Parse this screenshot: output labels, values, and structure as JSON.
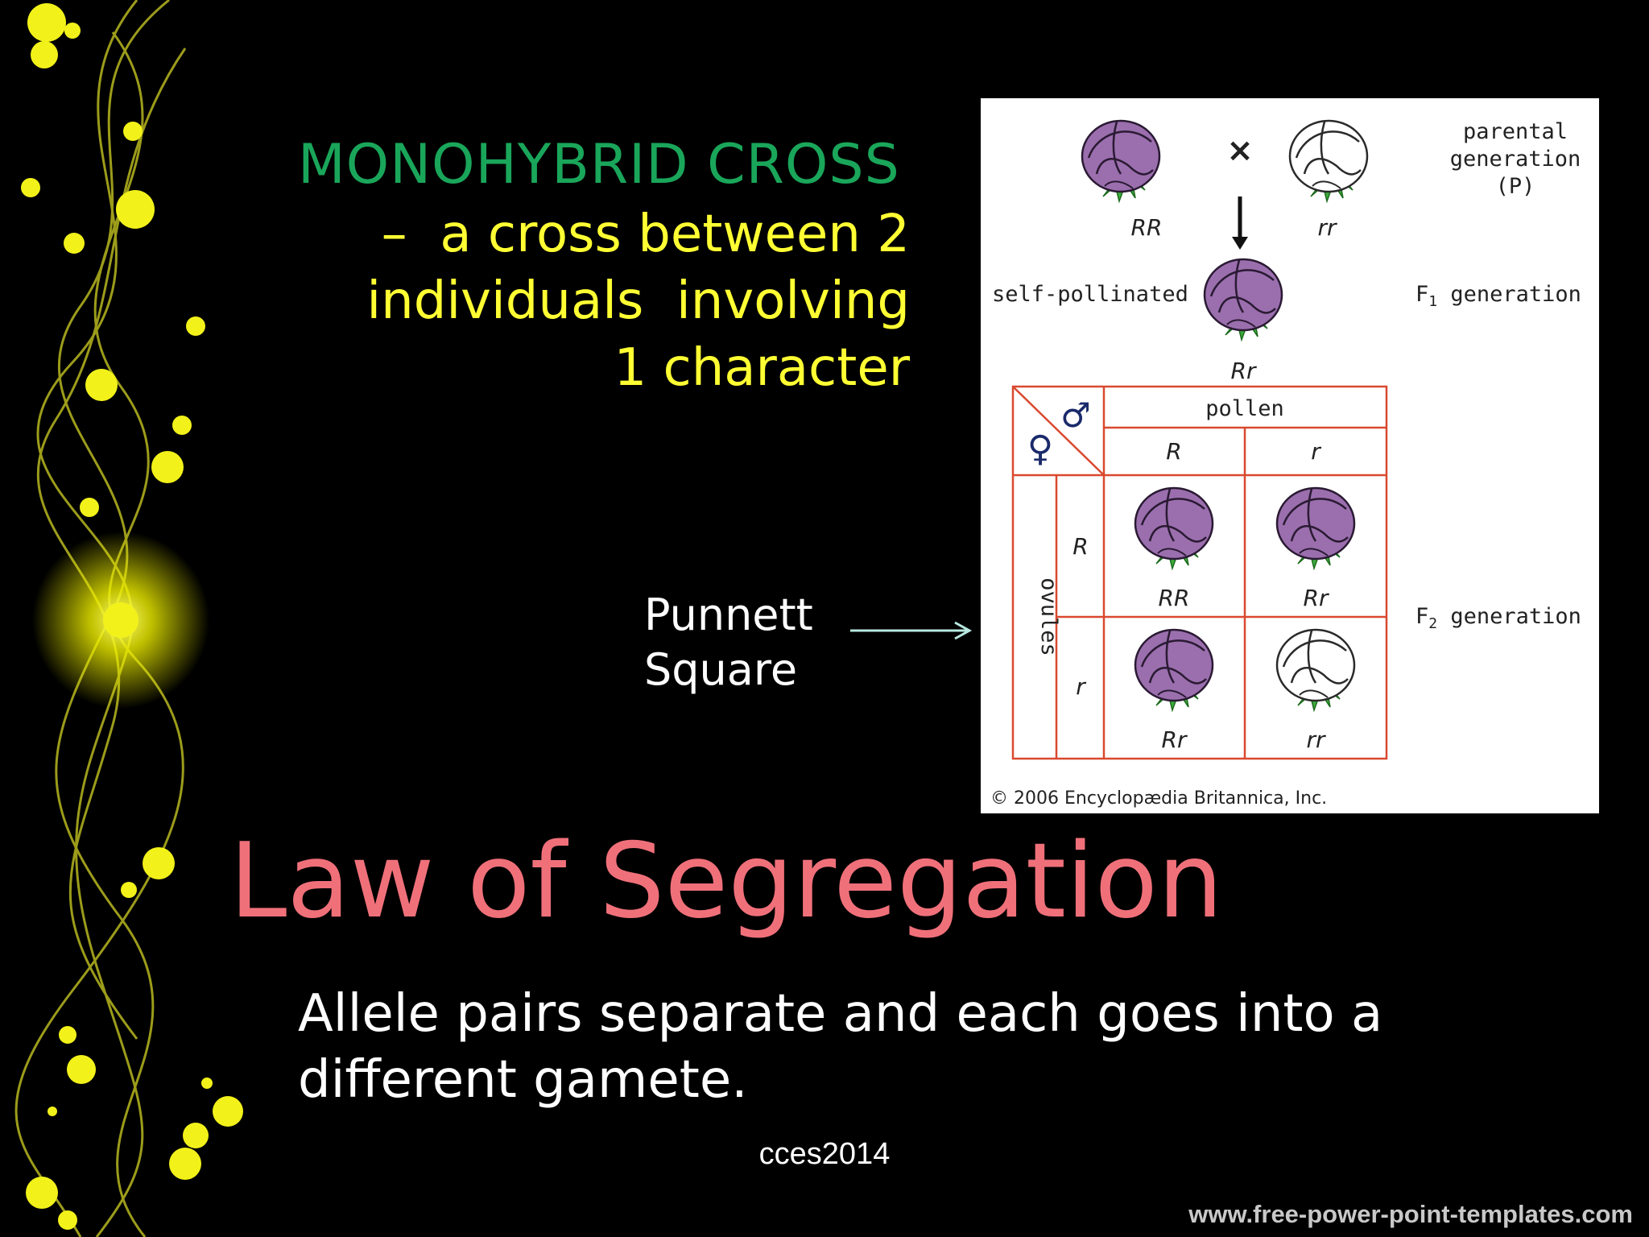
{
  "slide": {
    "mono_title": "MONOHYBRID CROSS",
    "mono_desc_lines": [
      "–  a cross between 2",
      "individuals  involving",
      "1 character"
    ],
    "punnett_label_lines": [
      "Punnett",
      "Square"
    ],
    "law_title": "Law of Segregation",
    "body_lines": [
      "Allele pairs separate and each goes into a",
      "different gamete."
    ],
    "footer_credit": "cces2014",
    "footer_url": "www.free-power-point-templates.com"
  },
  "diagram": {
    "cross_symbol": "×",
    "parents": [
      "RR",
      "rr"
    ],
    "parental_label_lines": [
      "parental",
      "generation",
      "(P)"
    ],
    "self_pollinated": "self-pollinated",
    "f1_genotype": "Rr",
    "f1_label_prefix": "F",
    "f1_label_sub": "1",
    "f1_label_suffix": " generation",
    "male_symbol": "♂",
    "female_symbol": "♀",
    "pollen_label": "pollen",
    "pollen_alleles": [
      "R",
      "r"
    ],
    "ovules_label": "ovules",
    "ovule_alleles": [
      "R",
      "r"
    ],
    "grid": [
      [
        "RR",
        "Rr"
      ],
      [
        "Rr",
        "rr"
      ]
    ],
    "f2_label_prefix": "F",
    "f2_label_sub": "2",
    "f2_label_suffix": " generation",
    "copyright": "© 2006 Encyclopædia Britannica, Inc.",
    "colors": {
      "purple": "#9b6fae",
      "white": "#ffffff",
      "leaf": "#3cab3c",
      "grid": "#d9492f"
    }
  }
}
